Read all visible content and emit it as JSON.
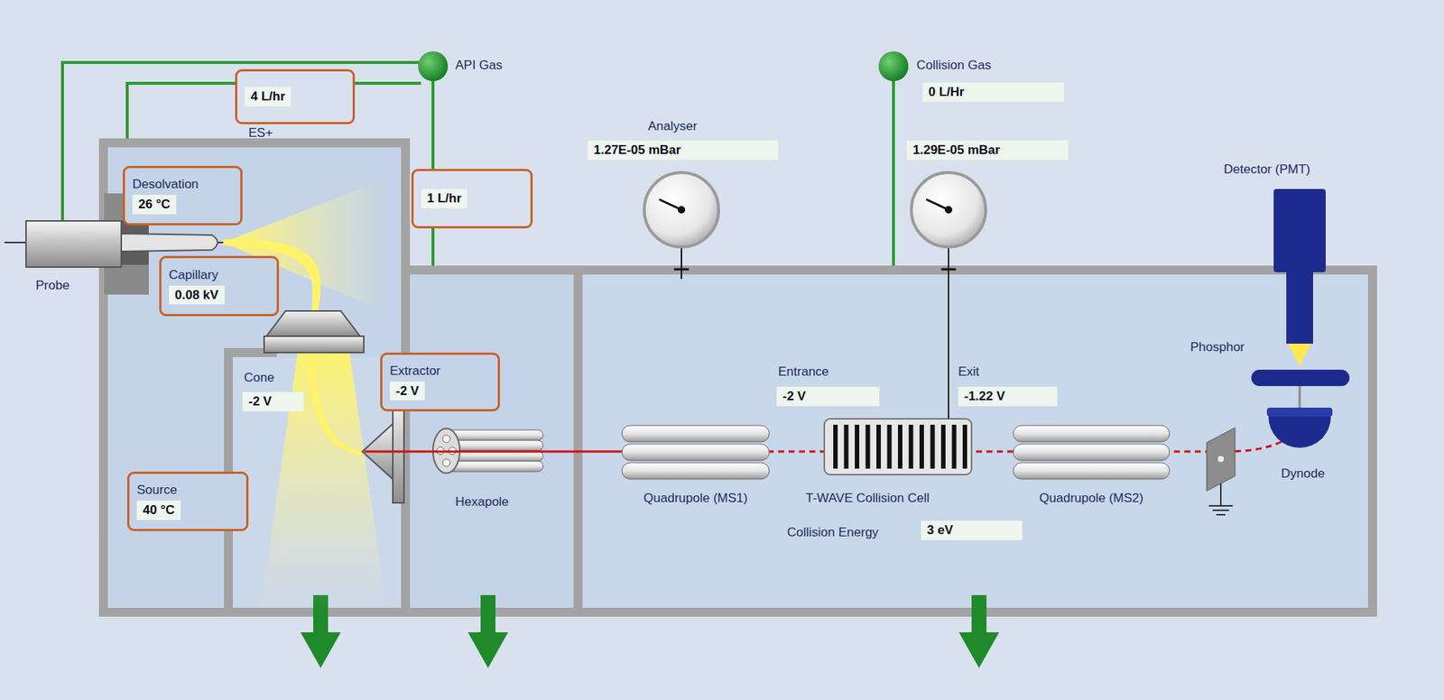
{
  "diagram": {
    "nodes": [
      {
        "text": [
          "4 L/hr"
        ]
      },
      {
        "text": [
          "Desolvation",
          "26 °C"
        ]
      },
      {
        "text": [
          "1 L/hr"
        ]
      },
      {
        "text": [
          "Capillary",
          "0.08 kV"
        ]
      },
      {
        "text": [
          "Extractor",
          "-2 V"
        ]
      },
      {
        "text": [
          "Source",
          "40 °C"
        ]
      }
    ],
    "labels": [
      "API Gas",
      "ES+",
      "Collision Gas",
      "0 L/Hr",
      "Analyser",
      "1.27E-05 mBar",
      "1.29E-05 mBar",
      "Detector (PMT)",
      "Probe",
      "Cone",
      "-2 V",
      "Entrance",
      "-2 V",
      "Exit",
      "-1.22 V",
      "Phosphor",
      "Hexapole",
      "Quadrupole (MS1)",
      "T-WAVE Collision Cell",
      "Quadrupole (MS2)",
      "Dynode",
      "Collision Energy",
      "3 eV"
    ]
  }
}
